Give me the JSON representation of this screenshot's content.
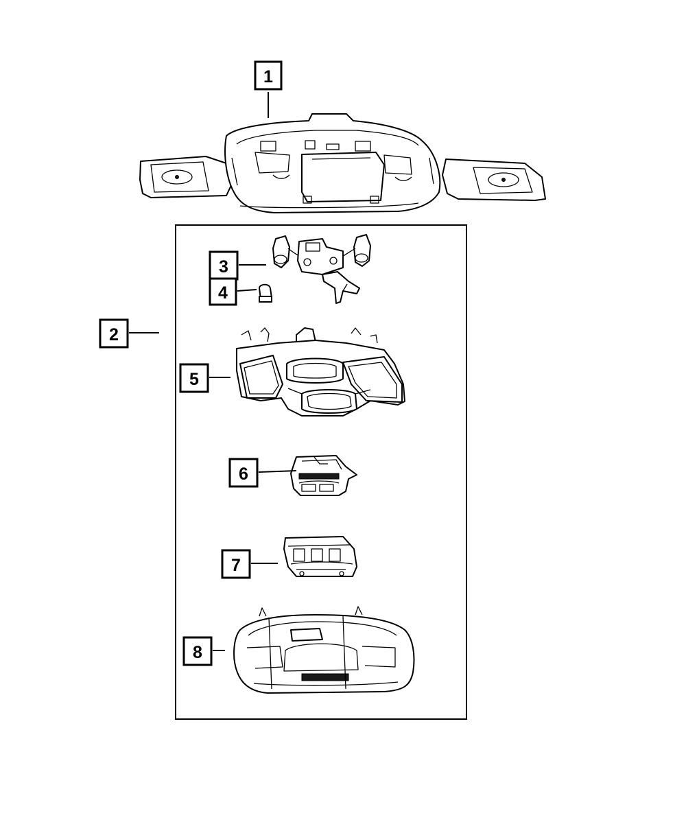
{
  "callouts": {
    "c1": "1",
    "c2": "2",
    "c3": "3",
    "c4": "4",
    "c5": "5",
    "c6": "6",
    "c7": "7",
    "c8": "8"
  },
  "parts": {
    "c1": "headliner-bracket-icon",
    "c3": "lamp-harness-socket-icon",
    "c4": "bulb-icon",
    "c5": "overhead-console-housing-icon",
    "c6": "map-lamp-module-icon",
    "c7": "switch-module-icon",
    "c8": "console-bezel-icon"
  },
  "colors": {
    "line": "#000000",
    "background": "#ffffff"
  }
}
